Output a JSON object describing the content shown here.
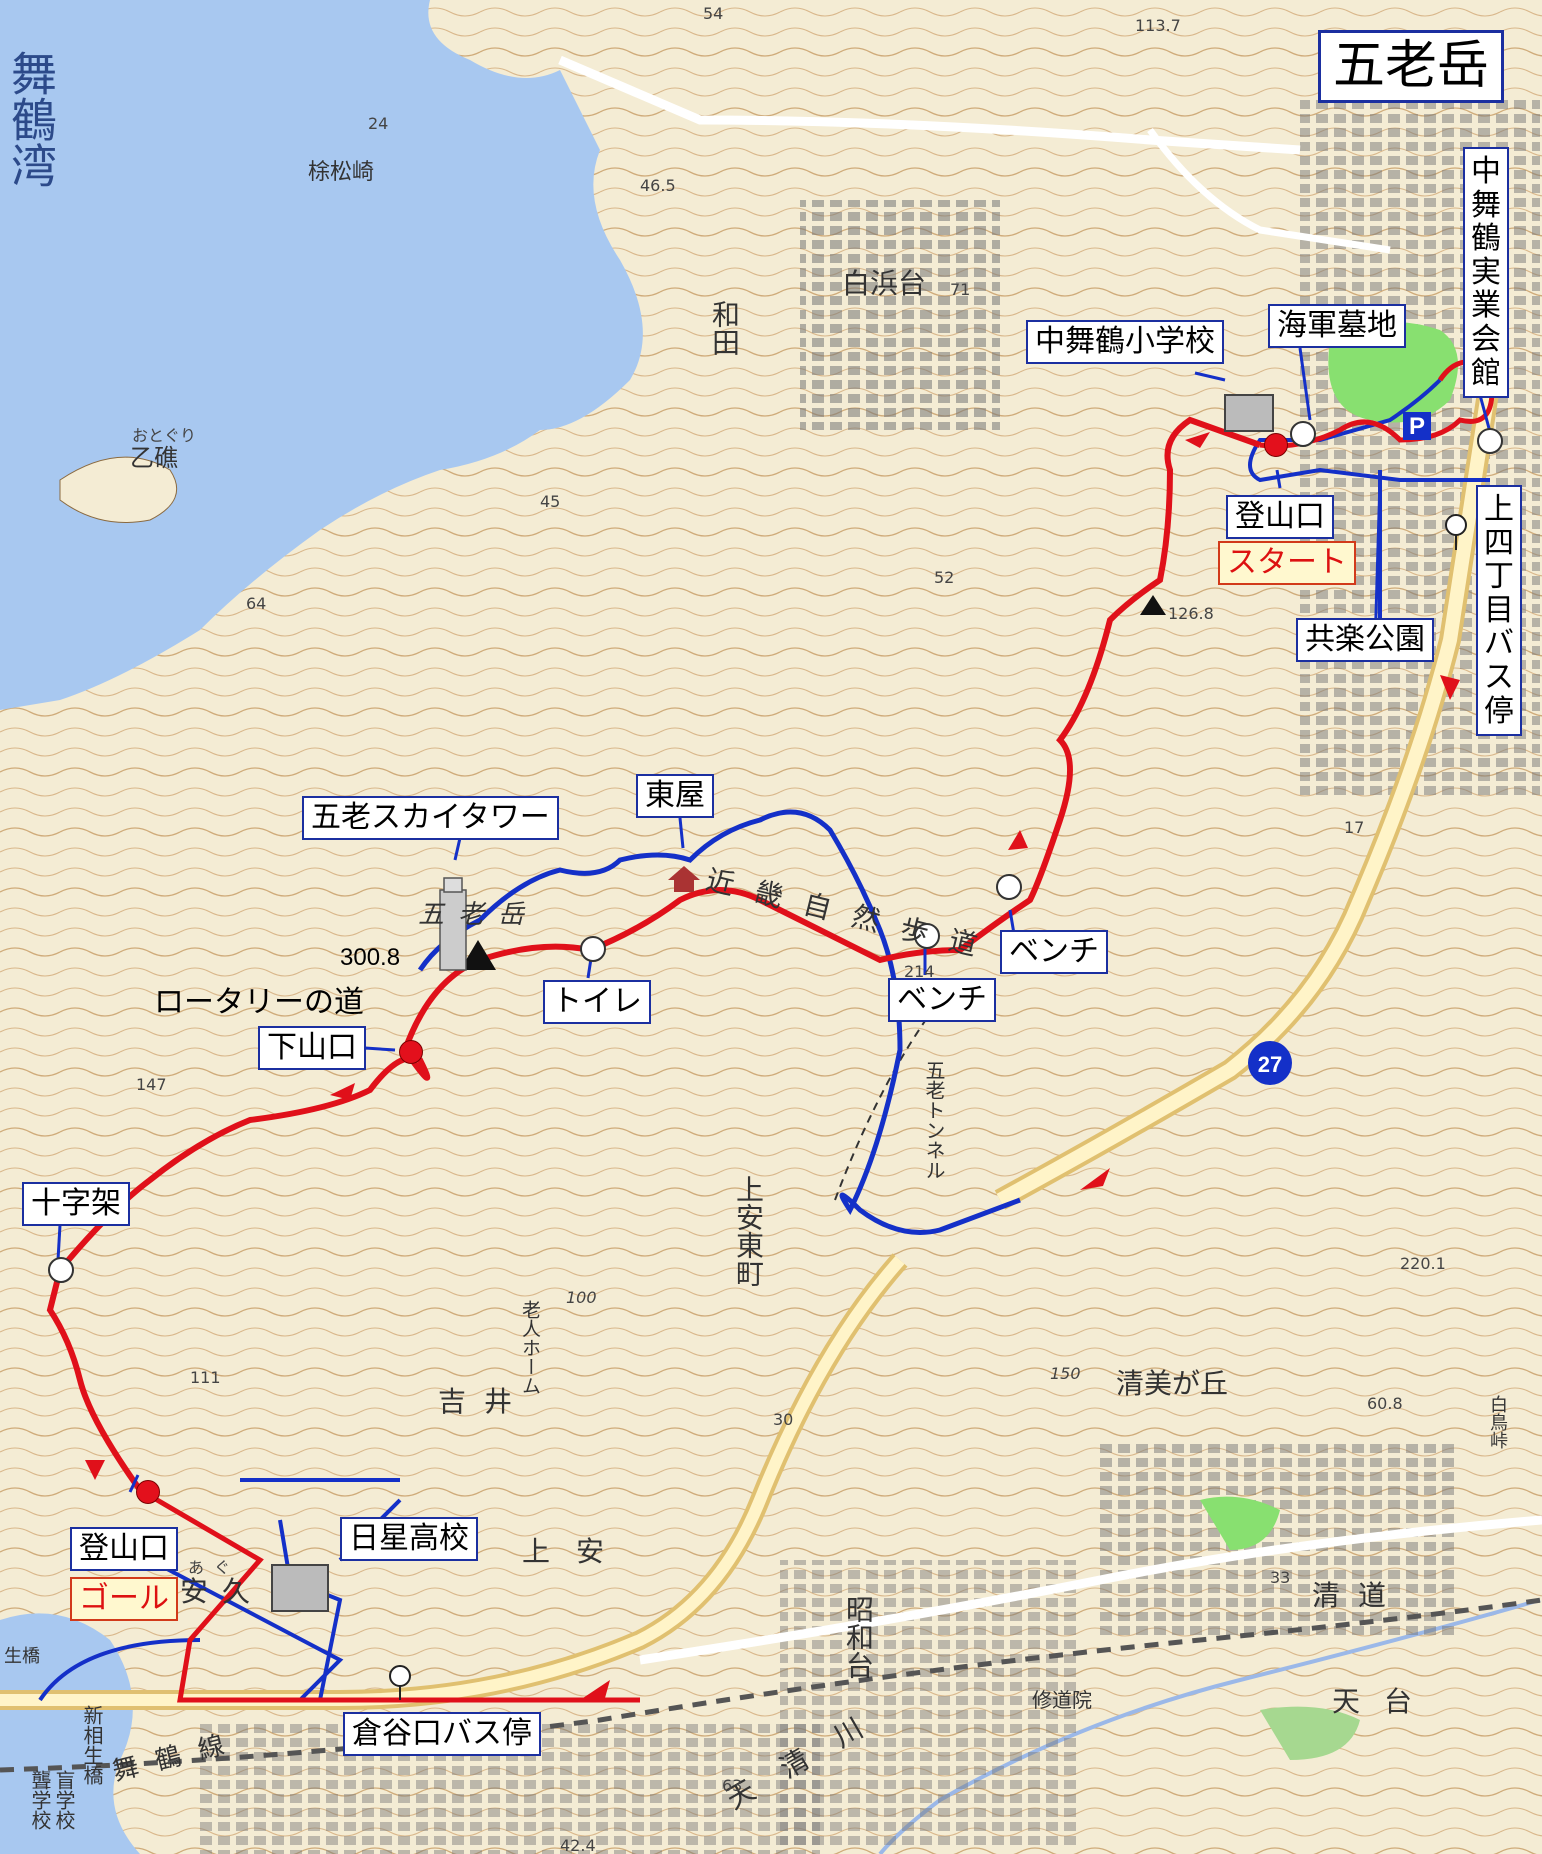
{
  "title": "五老岳",
  "callouts": {
    "sky_tower": "五老スカイタワー",
    "azumaya": "東屋",
    "bench_1": "ベンチ",
    "bench_2": "ベンチ",
    "toilet": "トイレ",
    "rotary_road": "ロータリーの道",
    "shimo_yamaguchi": "下山口",
    "cross": "十字架",
    "trailhead_goal": "登山口",
    "goal": "ゴール",
    "hisei_high": "日星高校",
    "kuradani_bus": "倉谷口バス停",
    "naka_elem": "中舞鶴小学校",
    "navy_cemetery": "海軍墓地",
    "trailhead_start": "登山口",
    "start": "スタート",
    "kyoraku_park": "共楽公園",
    "naka_jitsugyo": "中舞鶴実業会館",
    "kamishi_bus": "上四丁目バス停"
  },
  "map_labels": {
    "bay": "舞鶴湾",
    "somatsuzaki": "梌松崎",
    "otoguri_ruby": "おとぐり",
    "otoguri": "乙礁",
    "wada": "和田",
    "shirahama": "白浜台",
    "goro_peak": "五老岳",
    "trail_name": "近畿自然歩道",
    "tunnel": "五老トンネル",
    "kamiyasu_higashi": "上安東町",
    "yoshii": "吉井",
    "elder_home": "老人ホーム",
    "kamiyasu": "上安",
    "aku": "安久",
    "aku_ruby": "あぐ",
    "showa": "昭和台",
    "kiyomi": "清美が丘",
    "shudoin": "修道院",
    "kiyomichi": "清道",
    "tendai": "天台",
    "amakiyo": "天清川",
    "shinsou": "新相生橋",
    "deaf_school": "聾学校",
    "blind_school": "盲学校",
    "line": "舞鶴線",
    "shiratori": "白鳥峠",
    "bridge_partial": "生橋"
  },
  "elevations": {
    "summit": "300.8",
    "p126": "126.8",
    "p214": "214",
    "p220": "220.1",
    "p113": "113.7",
    "p46": "46.5",
    "p60": "60.8",
    "p42": "42.4",
    "p24": "24",
    "p54": "54",
    "p71": "71",
    "p45": "45",
    "p52": "52",
    "p64": "64",
    "p147": "147",
    "p111": "111",
    "p100": "100",
    "p150": "150",
    "p17": "17",
    "p30": "30",
    "p33": "33",
    "p63": "63"
  },
  "route_no": "27",
  "parking": "P",
  "colors": {
    "sea": "#a8c8f0",
    "land": "#f4ecd4",
    "contour": "#c8a070",
    "road": "#ffffff",
    "red_route": "#e0101a",
    "blue_route": "#1430c8",
    "park": "#88e070",
    "box_border": "#1b2fa0"
  }
}
